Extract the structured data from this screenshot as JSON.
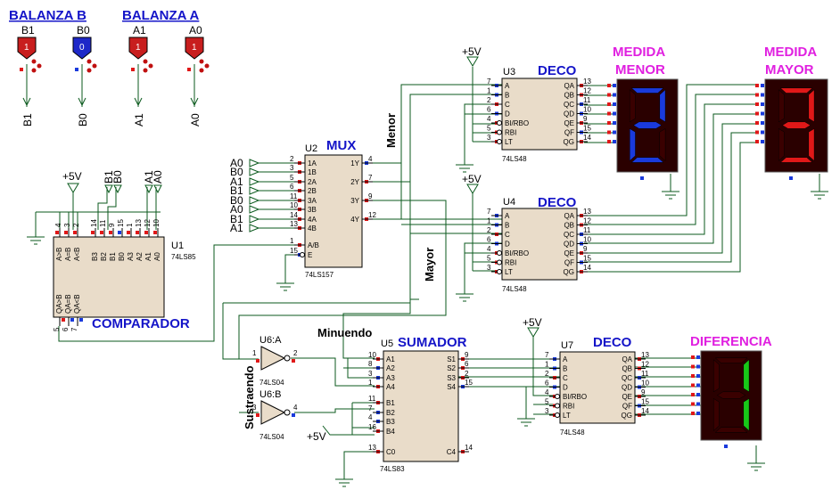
{
  "titles": {
    "balanza_b": "BALANZA B",
    "balanza_a": "BALANZA A",
    "mux": "MUX",
    "deco": "DECO",
    "comparador": "COMPARADOR",
    "sumador": "SUMADOR",
    "medida_menor_1": "MEDIDA",
    "medida_menor_2": "MENOR",
    "medida_mayor_1": "MEDIDA",
    "medida_mayor_2": "MAYOR",
    "diferencia": "DIFERENCIA"
  },
  "switches": [
    {
      "name": "B1",
      "state": "1",
      "color": "#c81e1e"
    },
    {
      "name": "B0",
      "state": "0",
      "color": "#1e28c8"
    },
    {
      "name": "A1",
      "state": "1",
      "color": "#c81e1e"
    },
    {
      "name": "A0",
      "state": "1",
      "color": "#c81e1e"
    }
  ],
  "net_labels": {
    "b1": "B1",
    "b0": "B0",
    "a1": "A1",
    "a0": "A0",
    "menor": "Menor",
    "mayor": "Mayor",
    "minuendo": "Minuendo",
    "sustraendo": "Sustraendo",
    "vcc": "+5V"
  },
  "mux_inputs": [
    "A0",
    "B0",
    "A1",
    "B1",
    "B0",
    "A0",
    "B1",
    "A1"
  ],
  "comparator_top_inputs": [
    "B1",
    "B0",
    "A1",
    "A0"
  ],
  "chips": {
    "u1": {
      "ref": "U1",
      "part": "74LS85",
      "top_pins": [
        "A>B",
        "A=B",
        "A<B",
        "B3",
        "B2",
        "B1",
        "B0",
        "A3",
        "A2",
        "A1",
        "A0"
      ],
      "top_nums": [
        "4",
        "3",
        "2",
        "14",
        "11",
        "9",
        "15",
        "1",
        "13",
        "12",
        "10"
      ],
      "bottom_pins": [
        "QA>B",
        "QA=B",
        "QA<B"
      ],
      "bottom_nums": [
        "5",
        "6",
        "7"
      ]
    },
    "u2": {
      "ref": "U2",
      "part": "74LS157",
      "left_pins": [
        "1A",
        "1B",
        "2A",
        "2B",
        "3A",
        "3B",
        "4A",
        "4B"
      ],
      "left_nums": [
        "2",
        "3",
        "5",
        "6",
        "11",
        "10",
        "14",
        "13"
      ],
      "sel_pins": [
        "A/B",
        "E"
      ],
      "sel_nums": [
        "1",
        "15"
      ],
      "right_pins": [
        "1Y",
        "2Y",
        "3Y",
        "4Y"
      ],
      "right_nums": [
        "4",
        "7",
        "9",
        "12"
      ]
    },
    "u3": {
      "ref": "U3",
      "part": "74LS48",
      "left_pins": [
        "A",
        "B",
        "C",
        "D",
        "BI/RBO",
        "RBI",
        "LT"
      ],
      "left_nums": [
        "7",
        "1",
        "2",
        "6",
        "4",
        "5",
        "3"
      ],
      "right_pins": [
        "QA",
        "QB",
        "QC",
        "QD",
        "QE",
        "QF",
        "QG"
      ],
      "right_nums": [
        "13",
        "12",
        "11",
        "10",
        "9",
        "15",
        "14"
      ]
    },
    "u4": {
      "ref": "U4",
      "part": "74LS48",
      "left_pins": [
        "A",
        "B",
        "C",
        "D",
        "BI/RBO",
        "RBI",
        "LT"
      ],
      "left_nums": [
        "7",
        "1",
        "2",
        "6",
        "4",
        "5",
        "3"
      ],
      "right_pins": [
        "QA",
        "QB",
        "QC",
        "QD",
        "QE",
        "QF",
        "QG"
      ],
      "right_nums": [
        "13",
        "12",
        "11",
        "10",
        "9",
        "15",
        "14"
      ]
    },
    "u5": {
      "ref": "U5",
      "part": "74LS83",
      "left_pins": [
        "A1",
        "A2",
        "A3",
        "A4",
        "B1",
        "B2",
        "B3",
        "B4",
        "C0"
      ],
      "left_nums": [
        "10",
        "8",
        "3",
        "1",
        "11",
        "7",
        "4",
        "16",
        "13"
      ],
      "right_pins": [
        "S1",
        "S2",
        "S3",
        "S4",
        "C4"
      ],
      "right_nums": [
        "9",
        "6",
        "2",
        "15",
        "14"
      ]
    },
    "u6a": {
      "ref": "U6:A",
      "part": "74LS04",
      "in": "1",
      "out": "2"
    },
    "u6b": {
      "ref": "U6:B",
      "part": "74LS04",
      "in": "3",
      "out": "4"
    },
    "u7": {
      "ref": "U7",
      "part": "74LS48",
      "left_pins": [
        "A",
        "B",
        "C",
        "D",
        "BI/RBO",
        "RBI",
        "LT"
      ],
      "left_nums": [
        "7",
        "1",
        "2",
        "6",
        "4",
        "5",
        "3"
      ],
      "right_pins": [
        "QA",
        "QB",
        "QC",
        "QD",
        "QE",
        "QF",
        "QG"
      ],
      "right_nums": [
        "13",
        "12",
        "11",
        "10",
        "9",
        "15",
        "14"
      ]
    }
  },
  "displays": {
    "menor": {
      "digit": "2",
      "color": "#1a3adc"
    },
    "mayor": {
      "digit": "3",
      "color": "#e01818"
    },
    "diferencia": {
      "digit": "1",
      "color": "#18c818"
    }
  }
}
